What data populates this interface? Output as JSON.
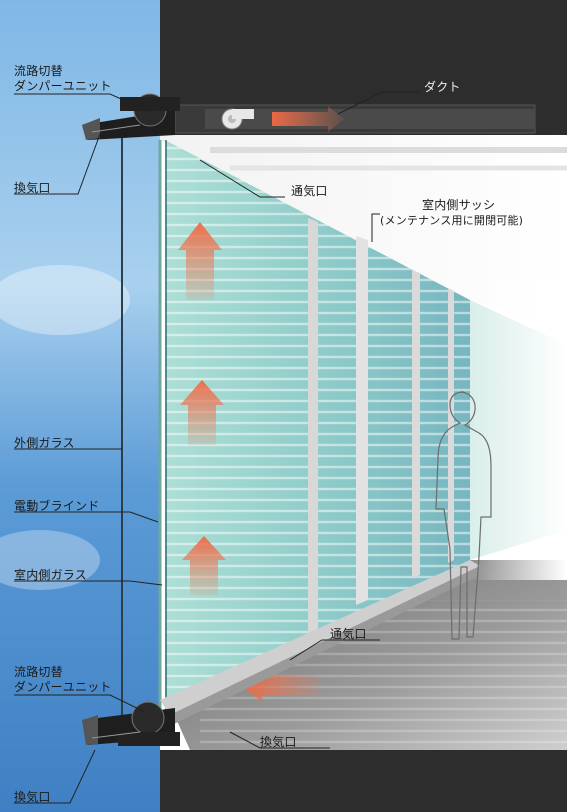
{
  "labels": {
    "damper_top_1": "流路切替",
    "damper_top_2": "ダンパーユニット",
    "duct": "ダクト",
    "exhaust_top": "換気口",
    "vent_top": "通気口",
    "inner_sash_1": "室内側サッシ",
    "inner_sash_2": "(メンテナンス用に開閉可能)",
    "outer_glass": "外側ガラス",
    "blind": "電動ブラインド",
    "inner_glass": "室内側ガラス",
    "vent_bottom": "通気口",
    "damper_bottom_1": "流路切替",
    "damper_bottom_2": "ダンパーユニット",
    "exhaust_bottom_right": "換気口",
    "exhaust_bottom_left": "換気口"
  },
  "colors": {
    "airflow_arrow": "#f07a55",
    "glass": "#7fc6b8",
    "sky": "#5a9fd4",
    "slab": "#2d2d2d"
  }
}
